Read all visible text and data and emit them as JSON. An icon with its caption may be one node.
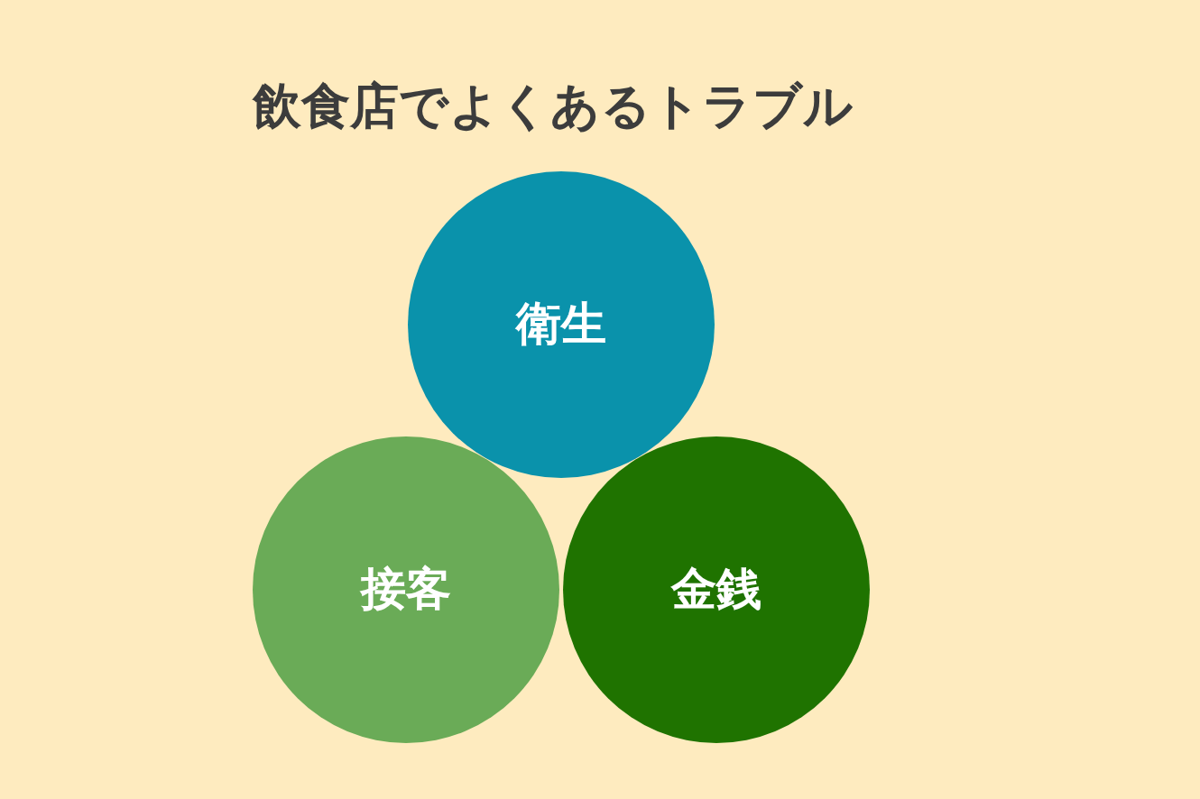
{
  "diagram": {
    "title": "飲食店でよくあるトラブル",
    "nodes": [
      {
        "text": [
          "衛生"
        ]
      },
      {
        "text": [
          "接客"
        ]
      },
      {
        "text": [
          "金銭"
        ]
      }
    ]
  }
}
